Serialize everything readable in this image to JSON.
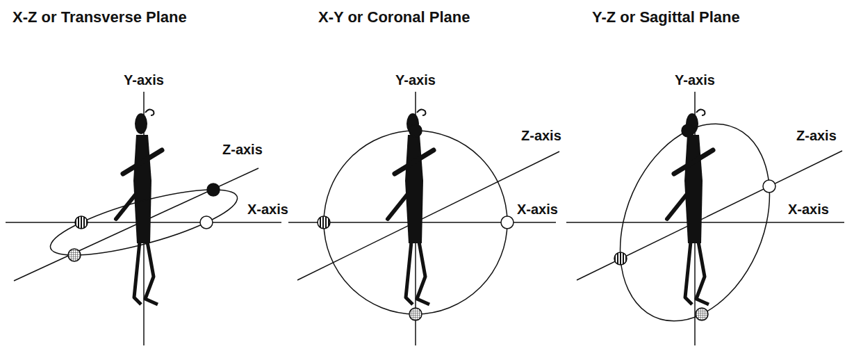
{
  "diagram": {
    "labels": [
      "X-Z or Transverse Plane",
      "Y-axis",
      "Z-axis",
      "X-axis",
      "X-Y or Coronal Plane",
      "Y-axis",
      "Z-axis",
      "X-axis",
      "Y-Z or Sagittal Plane",
      "Y-axis",
      "Z-axis",
      "X-axis"
    ]
  }
}
